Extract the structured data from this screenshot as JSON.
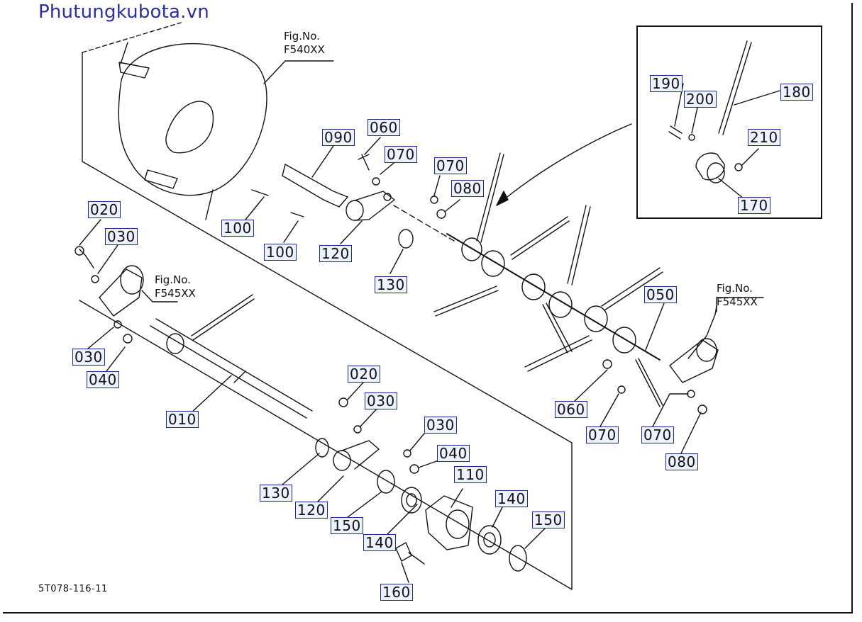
{
  "watermark": "Phutungkubota.vn",
  "document_id": "5T078-116-11",
  "figure_refs": [
    {
      "id": "fig-f540xx",
      "line1": "Fig.No.",
      "line2": "F540XX"
    },
    {
      "id": "fig-f545xx-left",
      "line1": "Fig.No.",
      "line2": "F545XX"
    },
    {
      "id": "fig-f545xx-right",
      "line1": "Fig.No.",
      "line2": "F545XX"
    }
  ],
  "callouts": [
    "090",
    "060",
    "070",
    "070",
    "080",
    "100",
    "100",
    "120",
    "130",
    "020",
    "030",
    "030",
    "040",
    "010",
    "020",
    "030",
    "030",
    "040",
    "110",
    "130",
    "120",
    "150",
    "140",
    "140",
    "150",
    "160",
    "050",
    "060",
    "070",
    "070",
    "080",
    "190",
    "200",
    "180",
    "210",
    "170"
  ],
  "colors": {
    "callout_border": "#1e2a8a",
    "callout_fill": "#eef2ff",
    "watermark": "#2b2f9e",
    "line": "#111111"
  }
}
